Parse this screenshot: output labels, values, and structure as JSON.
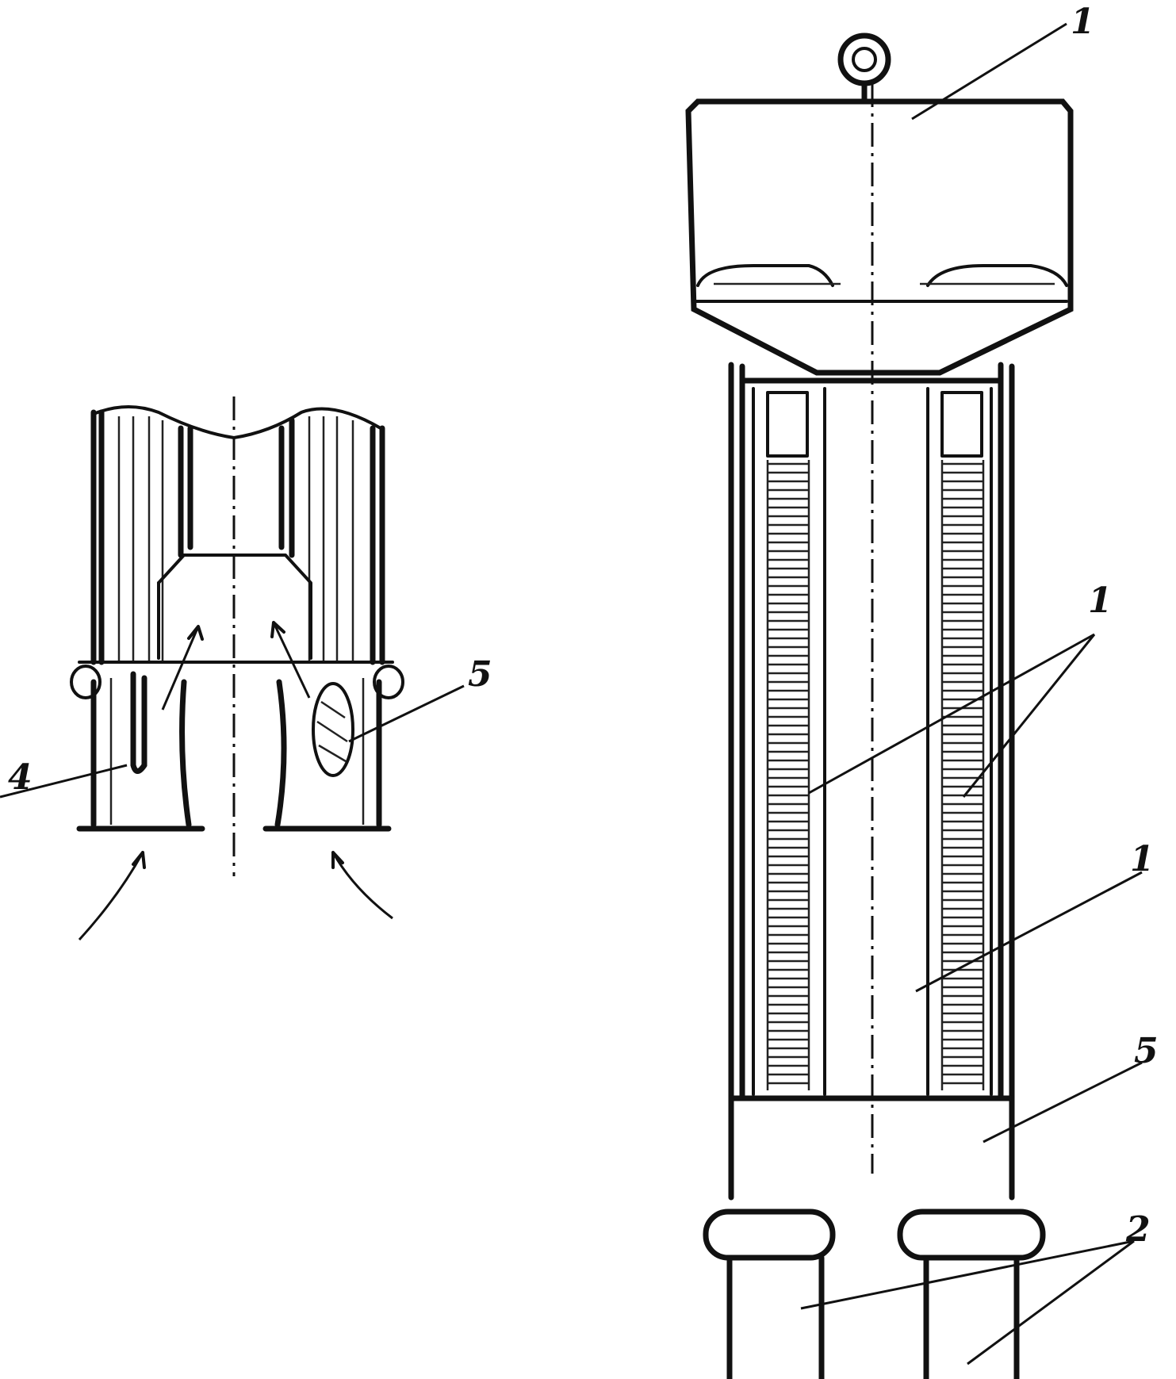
{
  "labels": {
    "left_4": "4",
    "left_5": "5",
    "right_top_1": "1",
    "right_mid_1a": "1",
    "right_mid_1b": "1",
    "right_5": "5",
    "right_2": "2"
  }
}
